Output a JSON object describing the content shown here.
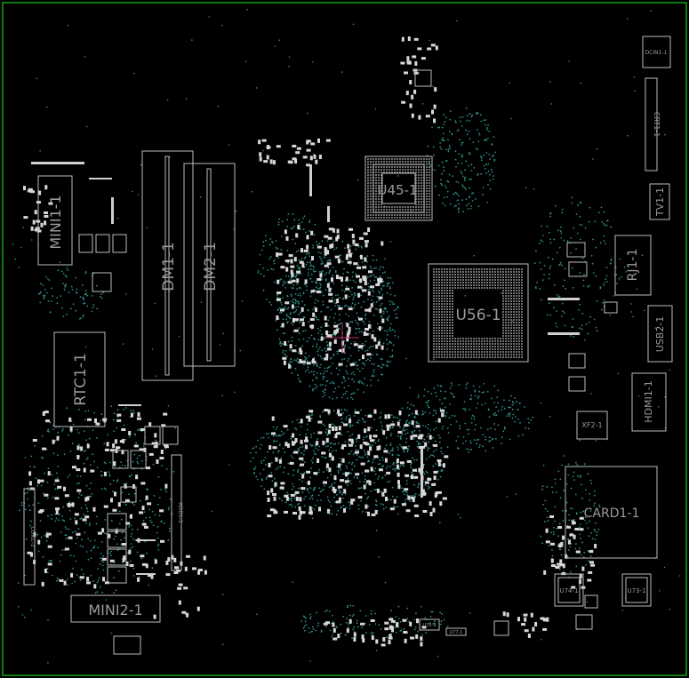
{
  "colors": {
    "background": "#000000",
    "board_outline": "#0f7a0f",
    "silkscreen": "#c8c8c8",
    "label_text": "#9a9a9a",
    "via": "#2f8f8a",
    "marker": "#c0306a"
  },
  "components": {
    "dmi1": "DM1-1",
    "dm2": "DM2-1",
    "mini1": "MINI1-1",
    "rtc1": "RTC1-1",
    "u45": "U45-1",
    "u56": "U56-1",
    "rj1": "RJ1-1",
    "usb2": "USB2-1",
    "hdmi1": "HDMI1-1",
    "card1": "CARD1-1",
    "mini2": "MINI2-1",
    "hdd1": "HDD1-1",
    "xf2": "XF2-1",
    "u74": "U74-1",
    "u73": "U73-1",
    "tv1": "TV1-1",
    "crt1": "CRT1-1",
    "dcin1": "DCIN1-1",
    "con1": "CON1-1",
    "u76": "U76-1",
    "u77": "U77-1"
  }
}
